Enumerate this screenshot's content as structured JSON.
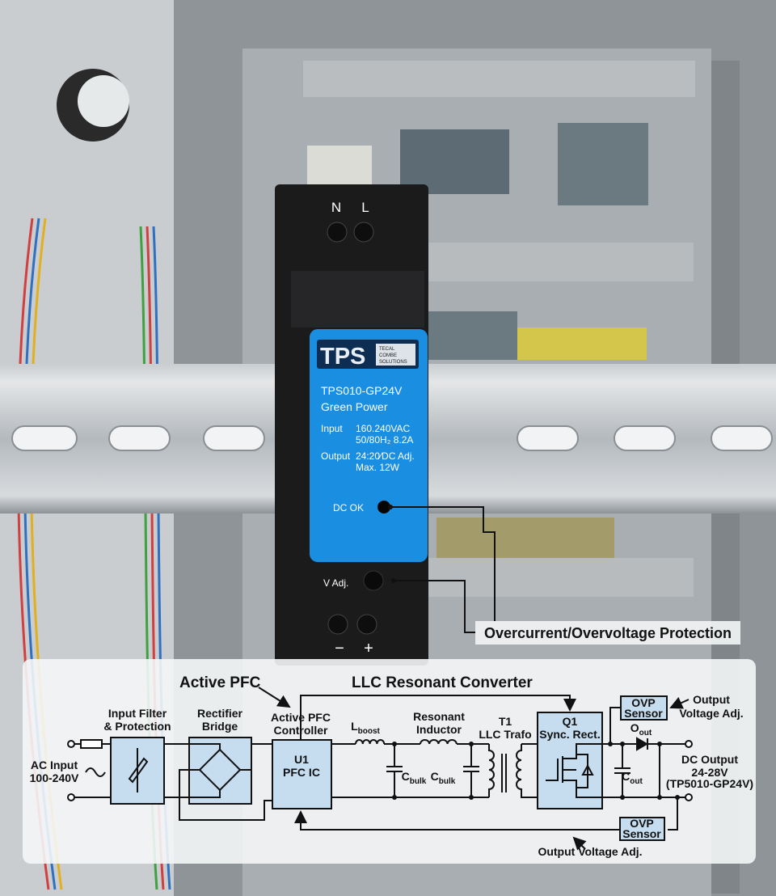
{
  "device": {
    "terminals_top": [
      "N",
      "L"
    ],
    "terminals_bottom": [
      "−",
      "+"
    ],
    "logo": "TPS",
    "logo_subtext": [
      "TECAL",
      "COMBE",
      "SOLUTIONS"
    ],
    "model": "TPS010-GP24V",
    "series": "Green Power",
    "input_label": "Input",
    "input_lines": [
      "160.240VAC",
      "50/80H₂  8.2A"
    ],
    "output_label": "Output",
    "output_lines": [
      "24:20∕DC Adj.",
      "Max. 12W"
    ],
    "led_label": "DC OK",
    "vadj_label": "V Adj.",
    "label_color": "#1a8ee0"
  },
  "callout": "Overcurrent/Overvoltage Protection",
  "schematic": {
    "section_pfc": "Active PFC",
    "section_llc": "LLC Resonant Converter",
    "ac_input": [
      "AC Input",
      "100-240V"
    ],
    "input_filter": [
      "Input Filter",
      "& Protection"
    ],
    "rectifier": [
      "Rectifier",
      "Bridge"
    ],
    "pfc_controller": [
      "Active PFC",
      "Controller"
    ],
    "u1": [
      "U1",
      "PFC IC"
    ],
    "l_boost": {
      "main": "L",
      "sub": "boost"
    },
    "resonant_inductor": [
      "Resonant",
      "Inductor"
    ],
    "cbulk": {
      "main": "C",
      "sub": "bulk"
    },
    "transformer": [
      "T1",
      "LLC Trafo"
    ],
    "q1": [
      "Q1",
      "Sync. Rect."
    ],
    "ovp_sensor": [
      "OVP",
      "Sensor"
    ],
    "output_voltage_adj": [
      "Output",
      "Voltage Adj."
    ],
    "output_voltage_adj_bottom": "Output Voltage Adj.",
    "o_out": {
      "main": "O",
      "sub": "out"
    },
    "c_out": {
      "main": "C",
      "sub": "out"
    },
    "dc_output": [
      "DC Output",
      "24-28V",
      "(TP5010-GP24V)"
    ],
    "block_color": "#c6dcef"
  }
}
